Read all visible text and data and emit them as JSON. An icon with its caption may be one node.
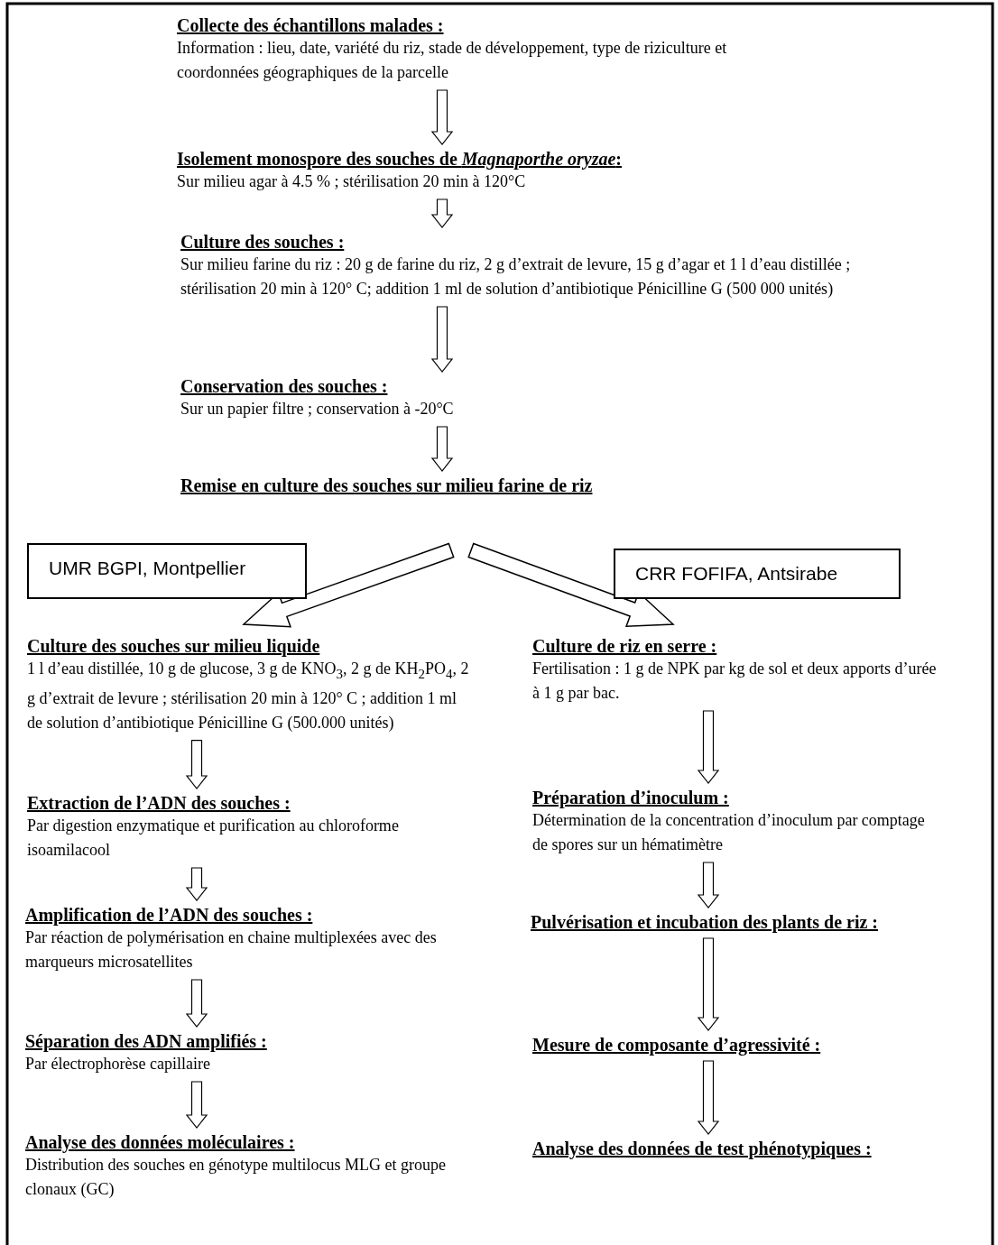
{
  "diagram": {
    "nodes": [
      {
        "text": [
          "Collecte des échantillons malades :",
          "Information : lieu, date, variété du riz, stade de développement, type de riziculture et  coordonnées géographiques de la parcelle"
        ]
      },
      {
        "text": [
          "Isolement monospore des souches de *Magnaporthe oryzae*:",
          "Sur milieu agar à 4.5 % ; stérilisation 20 min à 120°C"
        ]
      },
      {
        "text": [
          "Culture des souches :",
          "Sur milieu farine du riz : 20 g de farine du riz, 2 g d’extrait de levure, 15 g d’agar et 1 l d’eau distillée ; stérilisation 20 min à 120° C; addition  1 ml de solution d’antibiotique Pénicilline G (500 000 unités)"
        ]
      },
      {
        "text": [
          "Conservation des souches :",
          "Sur un papier filtre ; conservation à -20°C"
        ]
      },
      {
        "text": [
          "Remise en culture des souches sur milieu farine de riz"
        ]
      },
      {
        "text": [
          "UMR BGPI, Montpellier"
        ]
      },
      {
        "text": [
          "CRR FOFIFA, Antsirabe"
        ]
      },
      {
        "text": [
          "Culture des souches sur milieu liquide",
          "1 l d’eau distillée, 10 g de glucose, 3 g de KNO$_{3}$, 2 g de KH$_{2}$PO$_{4}$, 2 g d’extrait de levure ; stérilisation 20 min à 120° C ; addition 1 ml de solution d’antibiotique Pénicilline G (500.000 unités)"
        ]
      },
      {
        "text": [
          "Extraction de l’ADN des souches :",
          "Par digestion enzymatique et purification au chloroforme isoamilacool"
        ]
      },
      {
        "text": [
          "Amplification de l’ADN des souches :",
          "Par réaction de polymérisation en chaine multiplexées avec des marqueurs microsatellites"
        ]
      },
      {
        "text": [
          "Séparation des ADN amplifiés :",
          "Par électrophorèse capillaire"
        ]
      },
      {
        "text": [
          "Analyse des données moléculaires :",
          "Distribution des souches en génotype multilocus MLG et groupe clonaux (GC)"
        ]
      },
      {
        "text": [
          "Culture de riz en serre :",
          "Fertilisation : 1 g de NPK par kg de sol et deux apports d’urée à 1 g par bac."
        ]
      },
      {
        "text": [
          "Préparation d’inoculum :",
          "Détermination de la concentration d’inoculum par comptage de spores sur un hématimètre"
        ]
      },
      {
        "text": [
          "Pulvérisation et incubation des plants de riz :"
        ]
      },
      {
        "text": [
          "Mesure de composante d’agressivité :"
        ]
      },
      {
        "text": [
          "Analyse des données de test phénotypiques :"
        ]
      }
    ],
    "edges": [
      {
        "from": 0,
        "to": 1,
        "arrow": "to"
      },
      {
        "from": 1,
        "to": 2,
        "arrow": "to"
      },
      {
        "from": 2,
        "to": 3,
        "arrow": "to"
      },
      {
        "from": 3,
        "to": 4,
        "arrow": "to"
      },
      {
        "from": 4,
        "to": 7,
        "arrow": "to",
        "style": "thick"
      },
      {
        "from": 4,
        "to": 12,
        "arrow": "to",
        "style": "thick"
      },
      {
        "from": 7,
        "to": 8,
        "arrow": "to"
      },
      {
        "from": 8,
        "to": 9,
        "arrow": "to"
      },
      {
        "from": 9,
        "to": 10,
        "arrow": "to"
      },
      {
        "from": 10,
        "to": 11,
        "arrow": "to"
      },
      {
        "from": 12,
        "to": 13,
        "arrow": "to"
      },
      {
        "from": 13,
        "to": 14,
        "arrow": "to"
      },
      {
        "from": 14,
        "to": 15,
        "arrow": "to"
      },
      {
        "from": 15,
        "to": 16,
        "arrow": "to"
      }
    ]
  }
}
